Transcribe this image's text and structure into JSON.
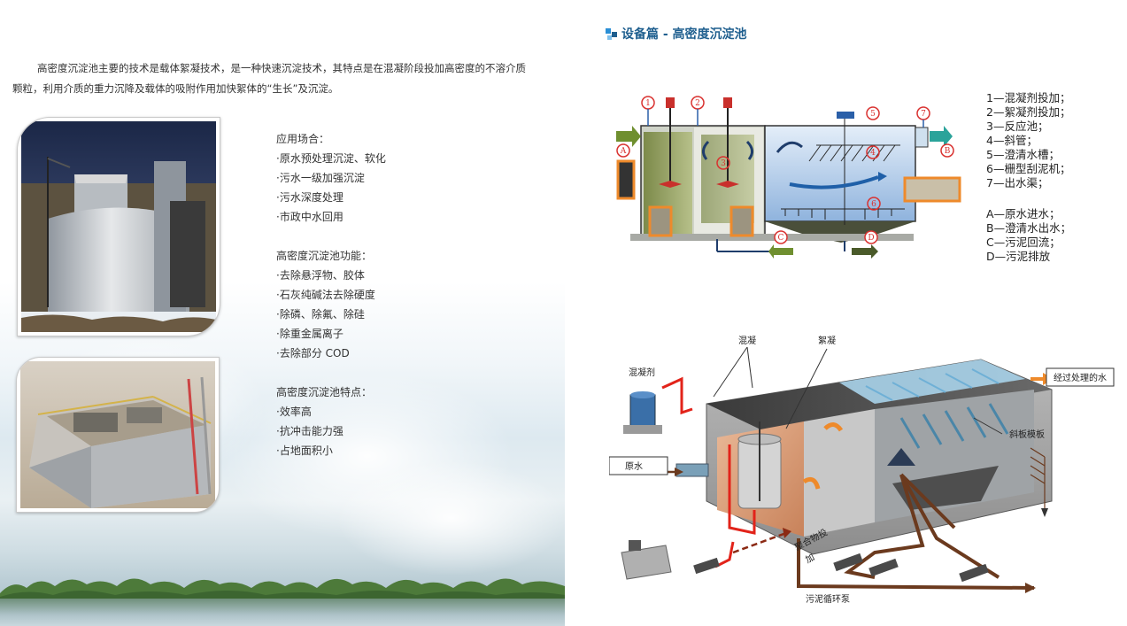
{
  "intro": {
    "paragraph": "高密度沉淀池主要的技术是载体絮凝技术，是一种快速沉淀技术，其特点是在混凝阶段投加高密度的不溶介质颗粒，利用介质的重力沉降及载体的吸附作用加快絮体的“生长”及沉淀。"
  },
  "applications": {
    "title": "应用场合：",
    "items": [
      "·原水预处理沉淀、软化",
      "·污水一级加强沉淀",
      "·污水深度处理",
      "·市政中水回用"
    ]
  },
  "functions": {
    "title": "高密度沉淀池功能：",
    "items": [
      "·去除悬浮物、胶体",
      "·石灰纯碱法去除硬度",
      "·除磷、除氟、除硅",
      "·除重金属离子",
      "·去除部分 COD"
    ]
  },
  "features": {
    "title": "高密度沉淀池特点：",
    "items": [
      "·效率高",
      "·抗冲击能力强",
      "·占地面积小"
    ]
  },
  "right": {
    "title": "设备篇 - 高密度沉淀池"
  },
  "legend": {
    "numbered": [
      "1—混凝剂投加；",
      "2—絮凝剂投加；",
      "3—反应池；",
      "4—斜管；",
      "5—澄清水槽；",
      "6—栅型刮泥机；",
      "7—出水渠；"
    ],
    "lettered": [
      "A—原水进水；",
      "B—澄清水出水；",
      "C—污泥回流；",
      "D—污泥排放"
    ]
  },
  "diagram1": {
    "markers": [
      "1",
      "2",
      "3",
      "4",
      "5",
      "6",
      "7",
      "A",
      "B",
      "C",
      "D"
    ]
  },
  "diagram2": {
    "labels": {
      "coagulation": "混凝",
      "flocculation": "絮凝",
      "coagulant": "混凝剂",
      "treated_water": "经过处理的水",
      "raw_water": "原水",
      "inclined_plate": "斜板模板",
      "polymer_dosing_1": "聚合物投",
      "polymer_dosing_2": "加",
      "sludge_pump": "污泥循环泵"
    }
  },
  "colors": {
    "title_blue": "#1f5f8f",
    "arrow_green": "#6f8f2f",
    "arrow_teal": "#2aa39a",
    "marker_red": "#d9312f",
    "pipe_red": "#e2231a",
    "pipe_brown": "#6b3a1e",
    "accent_orange": "#ee8a2b"
  }
}
